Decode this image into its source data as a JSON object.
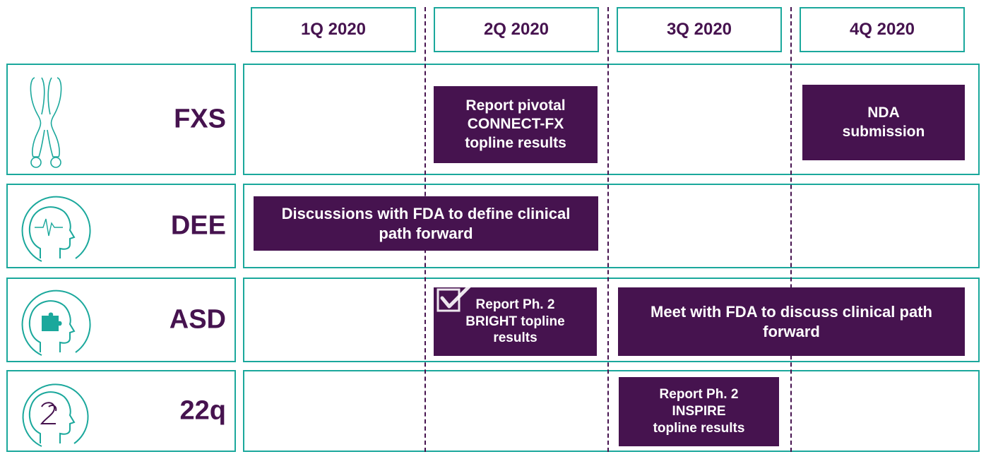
{
  "colors": {
    "accent": "#1ba89c",
    "brand": "#46134f",
    "text_on_bar": "#ffffff"
  },
  "quarters": [
    "1Q 2020",
    "2Q 2020",
    "3Q 2020",
    "4Q 2020"
  ],
  "rows": [
    {
      "label": "FXS",
      "icon": "chromosome-icon"
    },
    {
      "label": "DEE",
      "icon": "head-brainwave-icon"
    },
    {
      "label": "ASD",
      "icon": "head-puzzle-icon"
    },
    {
      "label": "22q",
      "icon": "head-22-icon"
    }
  ],
  "tasks": {
    "fxs_report": "Report pivotal\nCONNECT-FX\ntopline results",
    "fxs_nda": "NDA\nsubmission",
    "dee_fda": "Discussions with FDA to define clinical\npath forward",
    "asd_report": "Report Ph. 2\nBRIGHT topline\nresults",
    "asd_meet": "Meet with FDA to discuss clinical path\nforward",
    "q22_report": "Report Ph. 2\nINSPIRE\ntopline results"
  },
  "completed_icon": "checkmark-box-icon"
}
